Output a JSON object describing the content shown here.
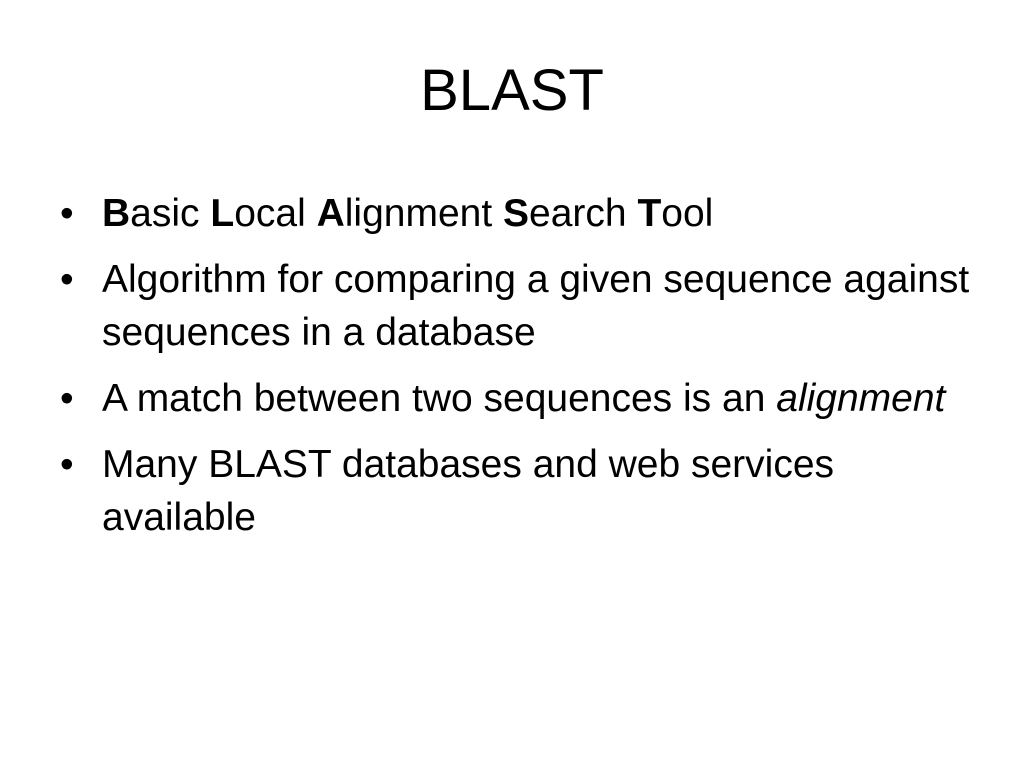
{
  "slide": {
    "title": "BLAST",
    "bullet_glyph": "•",
    "bullets": [
      {
        "parts": [
          {
            "bold": "B",
            "rest": "asic "
          },
          {
            "bold": "L",
            "rest": "ocal "
          },
          {
            "bold": "A",
            "rest": "lignment "
          },
          {
            "bold": "S",
            "rest": "earch "
          },
          {
            "bold": "T",
            "rest": "ool"
          }
        ]
      },
      {
        "text": "Algorithm for comparing a given sequence against sequences in a database"
      },
      {
        "text": "A match between two sequences is an ",
        "italic": "alignment"
      },
      {
        "text": "Many BLAST databases and web services available"
      }
    ]
  }
}
